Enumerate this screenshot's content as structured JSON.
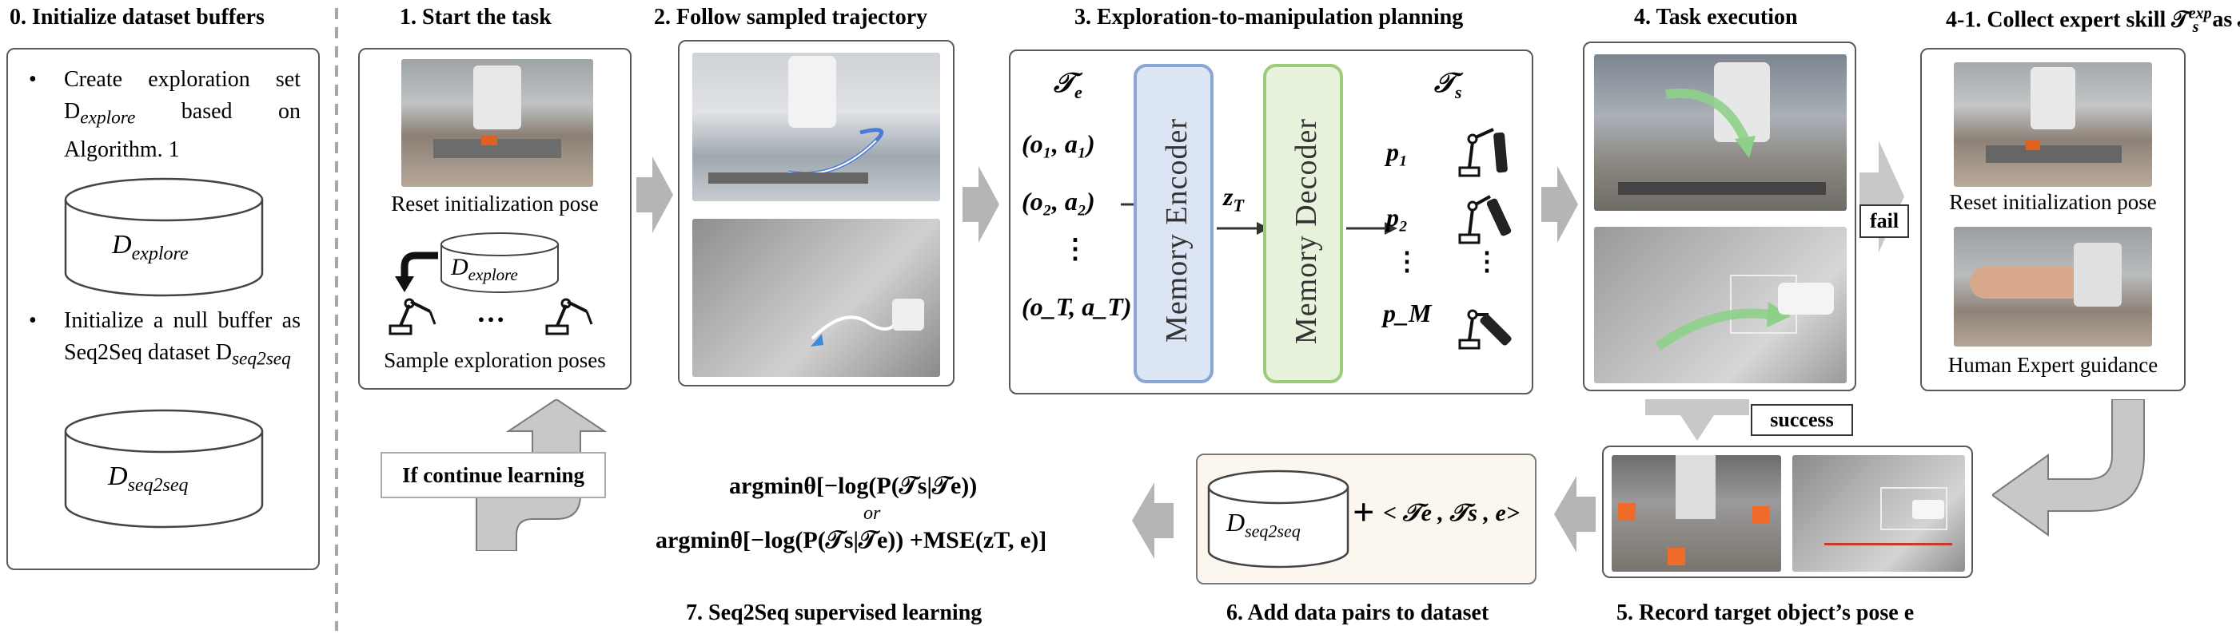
{
  "stage0": {
    "title": "0. Initialize dataset buffers",
    "bullet1_text": "Create exploration set D",
    "bullet1_sub": "explore",
    "bullet1_end": "based on Algorithm. 1",
    "cyl1_main": "D",
    "cyl1_sub": "explore",
    "bullet2_text": "Initialize a null buffer as Seq2Seq dataset D",
    "bullet2_sub": "seq2seq",
    "cyl2_main": "D",
    "cyl2_sub": "seq2seq"
  },
  "stage1": {
    "title": "1. Start the task",
    "caption_top": "Reset initialization pose",
    "cyl_main": "D",
    "cyl_sub": "explore",
    "dots": "…",
    "caption_bottom": "Sample exploration poses"
  },
  "stage2": {
    "title": "2. Follow sampled trajectory"
  },
  "stage3": {
    "title": "3. Exploration-to-manipulation planning",
    "te_label": "𝒯",
    "te_sub": "e",
    "ts_label": "𝒯",
    "ts_sub": "s",
    "inputs": [
      "(o₁, a₁)",
      "(o₂, a₂)",
      "⋮",
      "(o_T, a_T)"
    ],
    "encoder_label": "Memory Encoder",
    "decoder_label": "Memory Decoder",
    "latent": "z",
    "latent_sub": "T",
    "outputs": [
      "p₁",
      "p₂",
      "⋮",
      "p_M"
    ],
    "tool_dots": "⋮"
  },
  "stage4": {
    "title": "4. Task execution",
    "fail_label": "fail",
    "success_label": "success"
  },
  "stage41": {
    "title_pre": "4-1.  Collect expert skill 𝒯",
    "title_sup": "exp",
    "title_sub": "s",
    "title_post": "as 𝒯",
    "title_post_sub": "s",
    "caption_top": "Reset initialization pose",
    "caption_bottom": "Human Expert guidance"
  },
  "stage5": {
    "title": "5. Record target object’s pose e"
  },
  "stage6": {
    "title": "6. Add data pairs to dataset",
    "cyl_main": "D",
    "cyl_sub": "seq2seq",
    "plus": "+",
    "tuple": "< 𝒯e , 𝒯s , e>"
  },
  "stage7": {
    "title": "7. Seq2Seq supervised learning",
    "eq1": "argminθ[−log(P(𝒯s|𝒯e))",
    "or": "or",
    "eq2": "argminθ[−log(P(𝒯s|𝒯e)) +MSE(zT, e)]",
    "continue_label": "If continue learning"
  },
  "colors": {
    "encoder_fill": "#dbe5f4",
    "encoder_border": "#8aa6d6",
    "decoder_fill": "#e6f2dc",
    "decoder_border": "#9ccc7a",
    "arrow_gray": "#b5b5b5",
    "box_border": "#5a5a5a",
    "dashed_divider": "#a8a8a8"
  }
}
